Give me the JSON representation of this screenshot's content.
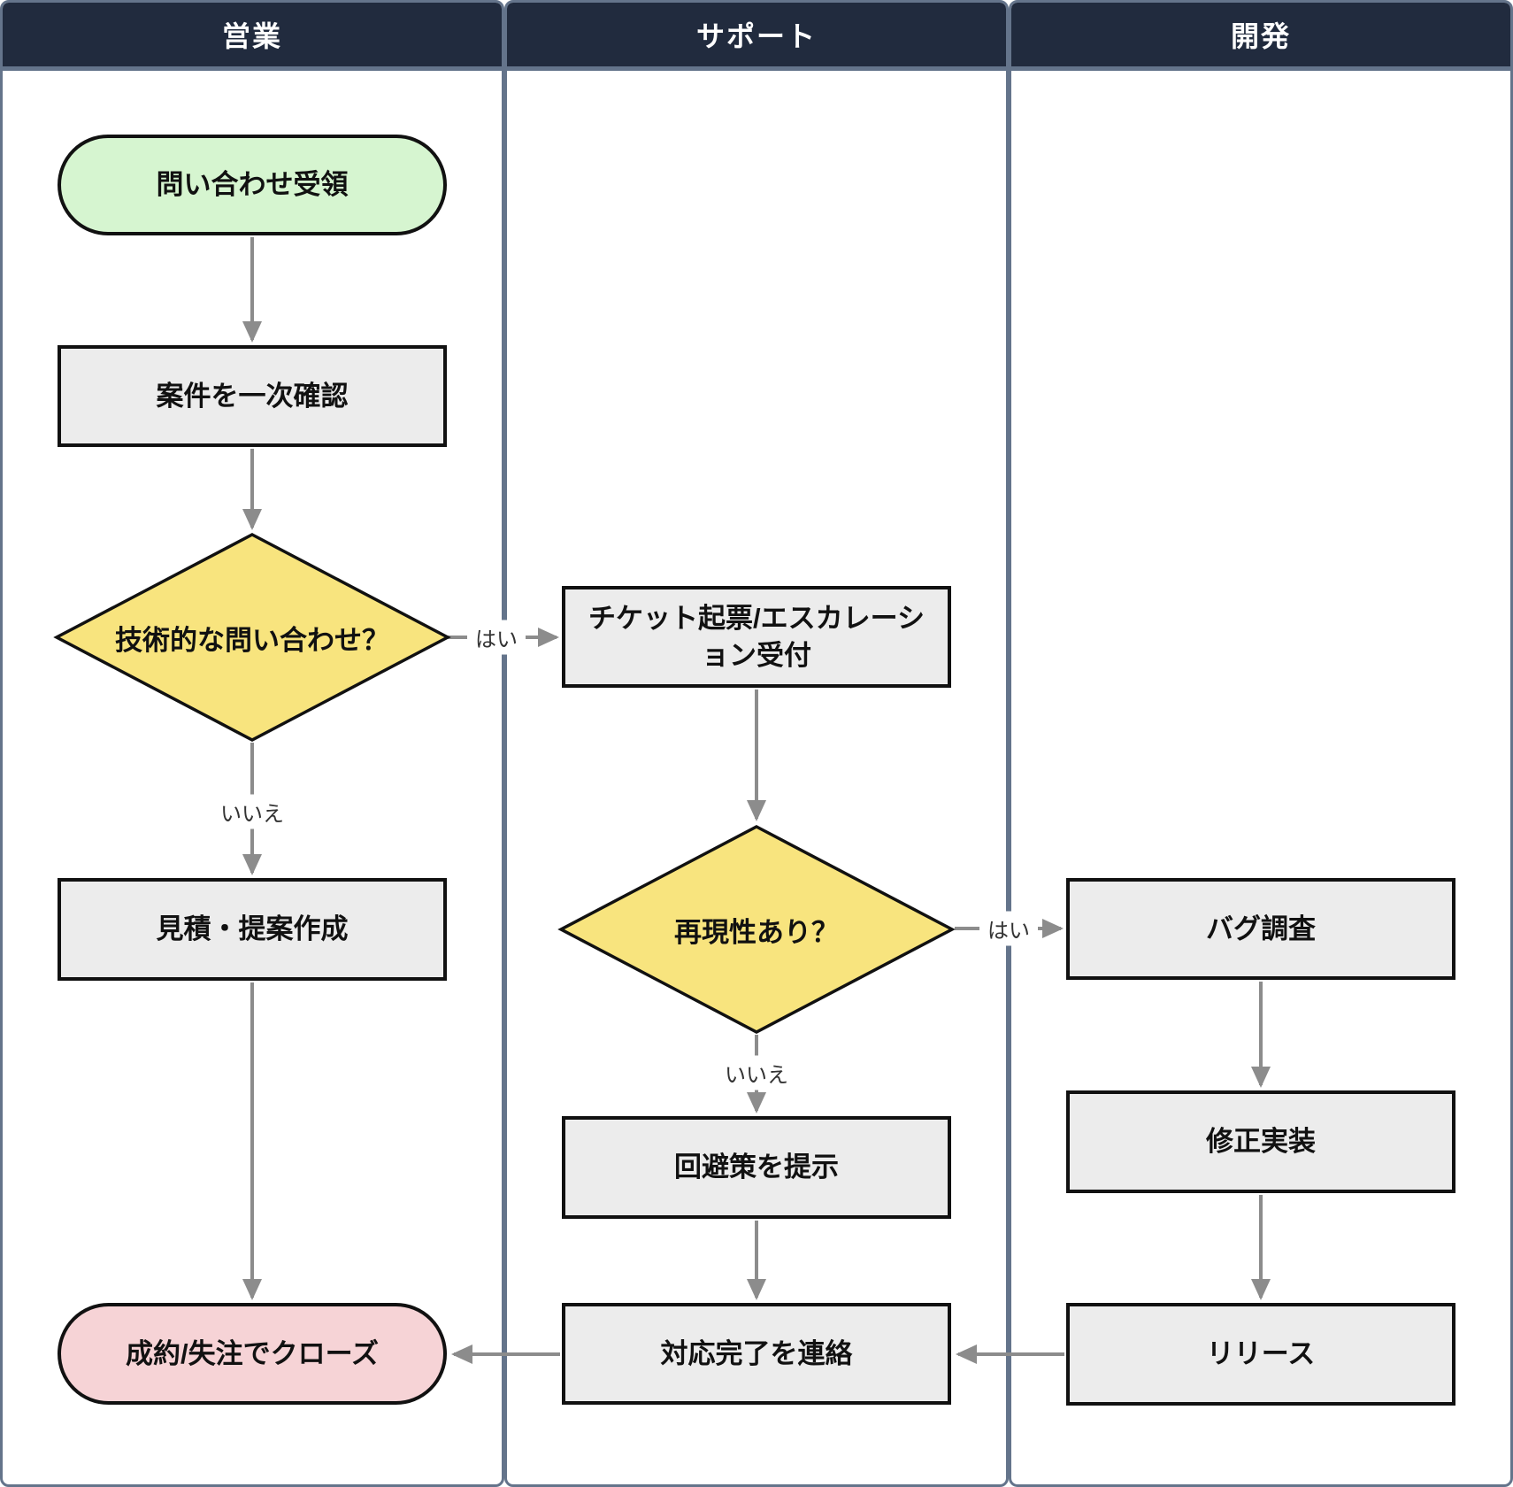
{
  "lanes": [
    {
      "title": "営業"
    },
    {
      "title": "サポート"
    },
    {
      "title": "開発"
    }
  ],
  "nodes": {
    "start": {
      "label": "問い合わせ受領"
    },
    "triage": {
      "label": "案件を一次確認"
    },
    "tech_decision": {
      "label": "技術的な問い合わせ？"
    },
    "ticket": {
      "label": "チケット起票/エスカレーション受付"
    },
    "repro_decision": {
      "label": "再現性あり？"
    },
    "estimate": {
      "label": "見積・提案作成"
    },
    "bug_research": {
      "label": "バグ調査"
    },
    "fix": {
      "label": "修正実装"
    },
    "workaround": {
      "label": "回避策を提示"
    },
    "release": {
      "label": "リリース"
    },
    "notify": {
      "label": "対応完了を連絡"
    },
    "close": {
      "label": "成約/失注でクローズ"
    }
  },
  "edge_labels": {
    "technical_yes": "はい",
    "technical_no": "いいえ",
    "repro_yes": "はい",
    "repro_no": "いいえ"
  },
  "colors": {
    "canvas_bg": "#ffffff",
    "header_bg": "#212b3e",
    "lane_border": "#64748b",
    "node_fill": "#ececec",
    "node_border": "#111111",
    "start_fill": "#d6f5d0",
    "end_fill": "#f6d3d6",
    "decision_fill": "#f8e47e",
    "arrow": "#8c8c8c",
    "text": "#111111",
    "edge_label_text": "#333333"
  }
}
